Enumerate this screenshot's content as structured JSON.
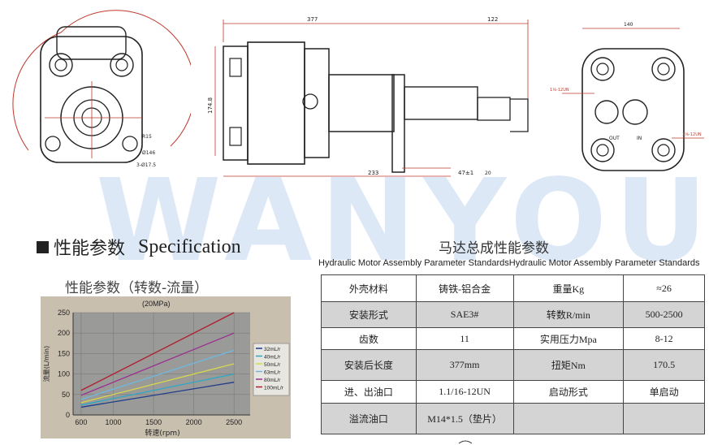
{
  "drawing": {
    "dims": {
      "overall_length": "377",
      "port_width": "122",
      "flange_width": "140",
      "height": "174.8",
      "body_length": "233",
      "shaft": "47±1",
      "shaft_end": "20",
      "r15": "R15",
      "dia146": "Ø146",
      "dia175": "3-Ø17.5",
      "thread": "1⅛-12UN",
      "out": "OUT",
      "in": "IN"
    }
  },
  "watermark": "WANYOU",
  "spec_heading": {
    "cn": "性能参数",
    "en": "Specification"
  },
  "chart_title_cn": "性能参数（转数-流量）",
  "chart_data": {
    "type": "line",
    "title": "(20MPa)",
    "xlabel": "转速(rpm)",
    "ylabel": "流量(L/min)",
    "xlim": [
      500,
      2700
    ],
    "ylim": [
      0,
      250
    ],
    "xticks": [
      600,
      1000,
      1500,
      2000,
      2500
    ],
    "yticks": [
      0,
      50,
      100,
      150,
      200,
      250
    ],
    "x": [
      600,
      2500
    ],
    "series": [
      {
        "name": "32mL/r",
        "values": [
          19,
          80
        ],
        "color": "#1f3b8c"
      },
      {
        "name": "40mL/r",
        "values": [
          24,
          100
        ],
        "color": "#2aa8c8"
      },
      {
        "name": "50mL/r",
        "values": [
          30,
          125
        ],
        "color": "#d8d84a"
      },
      {
        "name": "63mL/r",
        "values": [
          38,
          158
        ],
        "color": "#6fb9e0"
      },
      {
        "name": "80mL/r",
        "values": [
          48,
          200
        ],
        "color": "#9a2f8e"
      },
      {
        "name": "100mL/r",
        "values": [
          60,
          250
        ],
        "color": "#b01e2e"
      }
    ],
    "grid": true,
    "legend": "right"
  },
  "table": {
    "title": "马达总成性能参数",
    "subtitle": "Hydraulic Motor Assembly Parameter StandardsHydraulic Motor Assembly Parameter Standards",
    "rows": [
      [
        "外壳材料",
        "铸铁-铝合金",
        "重量Kg",
        "≈26"
      ],
      [
        "安装形式",
        "SAE3#",
        "转数R/min",
        "500-2500"
      ],
      [
        "齿数",
        "11",
        "实用压力Mpa",
        "8-12"
      ],
      [
        "安装后长度",
        "377mm",
        "扭矩Nm",
        "170.5"
      ],
      [
        "进、出油口",
        "1.1/16-12UN",
        "启动形式",
        "单启动"
      ],
      [
        "溢流油口",
        "M14*1.5（垫片）",
        "",
        ""
      ]
    ]
  }
}
